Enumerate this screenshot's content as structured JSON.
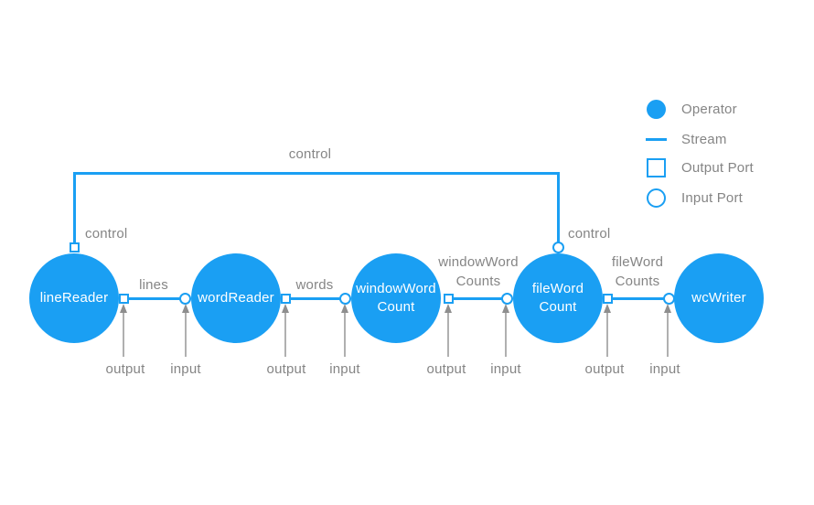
{
  "colors": {
    "accent": "#1A9FF3",
    "label_gray": "#858585",
    "arrow_gray": "#8E8E8E",
    "node_text": "#FFFFFF",
    "background": "#FFFFFF"
  },
  "operators": [
    {
      "label": "lineReader"
    },
    {
      "label": "wordReader"
    },
    {
      "label_line1": "windowWord",
      "label_line2": "Count"
    },
    {
      "label_line1": "fileWord",
      "label_line2": "Count"
    },
    {
      "label": "wcWriter"
    }
  ],
  "streams": [
    {
      "label": "lines"
    },
    {
      "label": "words"
    },
    {
      "label_line1": "windowWord",
      "label_line2": "Counts"
    },
    {
      "label_line1": "fileWord",
      "label_line2": "Counts"
    }
  ],
  "control_stream": {
    "label": "control",
    "source_port_label": "control",
    "target_port_label": "control"
  },
  "port_labels": {
    "output": "output",
    "input": "input"
  },
  "legend": {
    "items": [
      {
        "label": "Operator"
      },
      {
        "label": "Stream"
      },
      {
        "label": "Output Port"
      },
      {
        "label": "Input Port"
      }
    ]
  }
}
